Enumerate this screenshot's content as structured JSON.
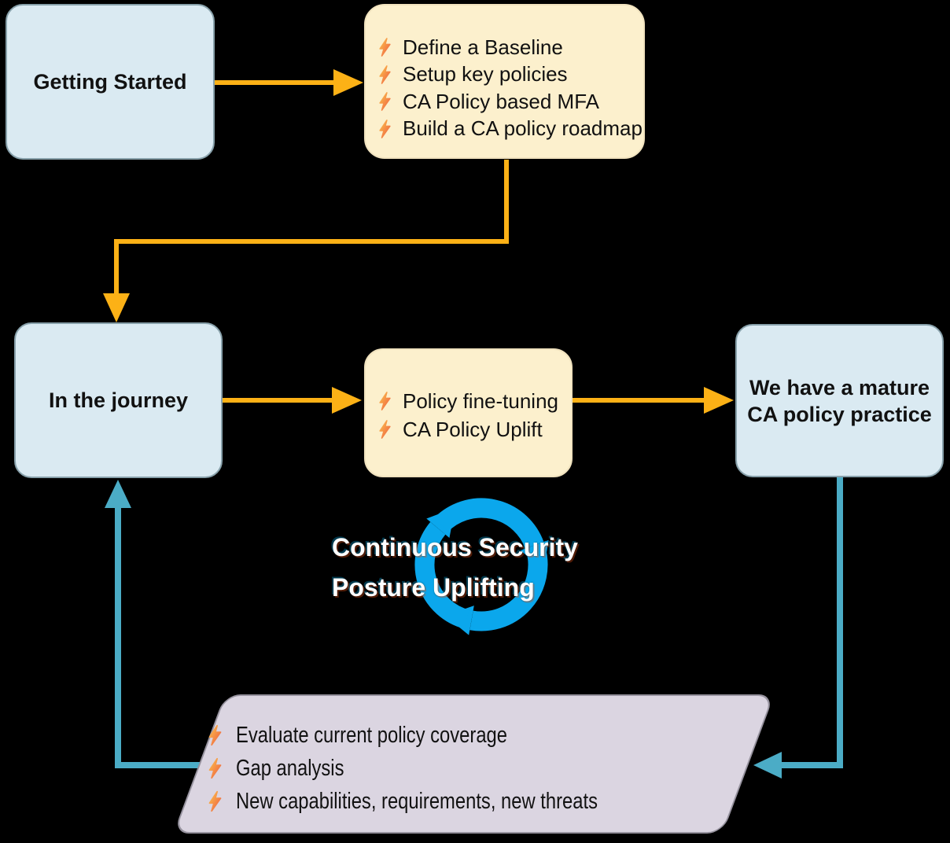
{
  "diagram": {
    "nodes": {
      "getting_started": {
        "label": "Getting Started"
      },
      "starter_actions": {
        "items": [
          "Define a Baseline",
          "Setup key policies",
          "CA Policy based MFA",
          "Build a CA policy roadmap"
        ]
      },
      "in_the_journey": {
        "label": "In the journey"
      },
      "journey_actions": {
        "items": [
          "Policy fine-tuning",
          "CA Policy Uplift"
        ]
      },
      "mature": {
        "line1": "We have a mature",
        "line2": "CA policy practice"
      },
      "cycle_caption": {
        "line1": "Continuous Security",
        "line2": "Posture Uplifting"
      },
      "review_actions": {
        "items": [
          "Evaluate current policy coverage",
          "Gap analysis",
          "New capabilities, requirements, new threats"
        ]
      }
    },
    "icons": {
      "lightning": "lightning-bolt-icon",
      "cycle": "circular-arrows-icon"
    },
    "colors": {
      "arrow_orange": "#FCB116",
      "arrow_teal": "#4BACC6",
      "icon_blue": "#0BA7EC",
      "node_blue_fill": "#DAEAF2",
      "node_blue_border": "#87A0AA",
      "node_yellow_fill": "#FCF0CD",
      "node_yellow_border": "#F0E2BE",
      "node_lavender_fill": "#DBD5E1",
      "node_lavender_border": "#96929E",
      "bolt_top": "#FCC44D",
      "bolt_bottom": "#EE5A40",
      "text_dark": "#111111",
      "text_light": "#FFFFFF"
    }
  }
}
